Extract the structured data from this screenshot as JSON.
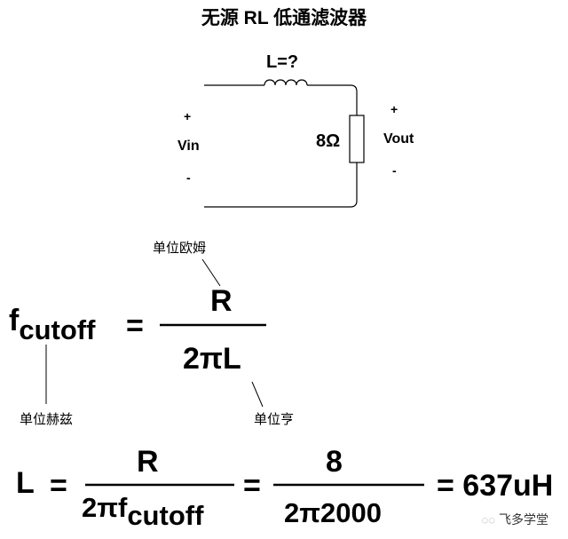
{
  "title": "无源 RL 低通滤波器",
  "circuit": {
    "inductor_label": "L=?",
    "resistor_label": "8Ω",
    "vin_label": "Vin",
    "vout_label": "Vout",
    "plus": "+",
    "minus": "-"
  },
  "formula1": {
    "lhs_f": "f",
    "lhs_sub": "cutoff",
    "equals": "=",
    "numerator": "R",
    "denominator": "2πL",
    "anno_ohm": "单位欧姆",
    "anno_hz": "单位赫兹",
    "anno_henry": "单位亨"
  },
  "formula2": {
    "lhs": "L",
    "eq1": "=",
    "frac1_num": "R",
    "frac1_den_main": "2πf",
    "frac1_den_sub": "cutoff",
    "eq2": "=",
    "frac2_num": "8",
    "frac2_den": "2π2000",
    "result": "= 637uH"
  },
  "watermark": "飞多学堂"
}
